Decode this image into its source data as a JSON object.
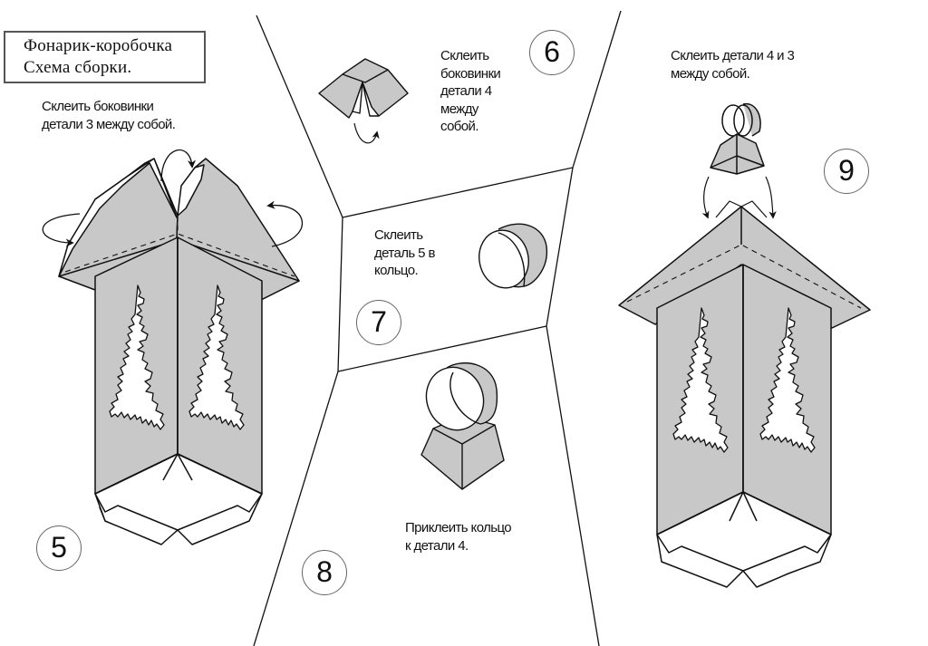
{
  "title": {
    "line1": "Фонарик-коробочка",
    "line2": "Схема сборки."
  },
  "steps": [
    {
      "number": "5",
      "caption": "Склеить  боковинки\n детали 3 между собой."
    },
    {
      "number": "6",
      "caption": "Склеить\nбоковинки\nдетали 4\nмежду\nсобой."
    },
    {
      "number": "7",
      "caption": "Склеить\nдеталь 5 в\nкольцо."
    },
    {
      "number": "8",
      "caption": "Приклеить кольцо\nк детали 4."
    },
    {
      "number": "9",
      "caption": "Склеить  детали 4 и  3\nмежду собой."
    }
  ],
  "colors": {
    "panel_fill": "#c8c8c8",
    "line": "#111111",
    "background": "#ffffff"
  }
}
